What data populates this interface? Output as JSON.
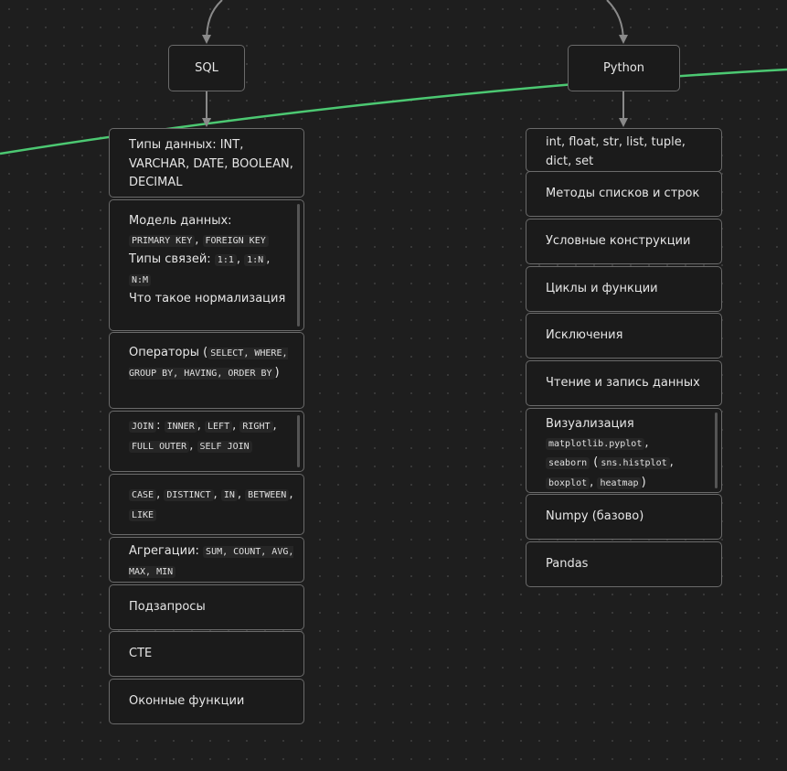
{
  "sql": {
    "title": "SQL",
    "cards": {
      "types": "Типы данных: INT, VARCHAR, DATE, BOOLEAN, DECIMAL",
      "model_label": "Модель данных:",
      "model_code_1": "PRIMARY KEY",
      "model_sep_1": ",",
      "model_code_2": "FOREIGN KEY",
      "rel_label": "Типы связей:",
      "rel_code_1": "1:1",
      "rel_sep_1": ",",
      "rel_code_2": "1:N",
      "rel_sep_2": ",",
      "rel_code_3": "N:M",
      "norm": "Что такое нормализация",
      "ops_label": "Операторы (",
      "ops_code": "SELECT, WHERE, GROUP BY, HAVING, ORDER BY",
      "ops_close": ")",
      "join_code_1": "JOIN",
      "join_sep_1": ":",
      "join_code_2": "INNER",
      "join_sep_2": ",",
      "join_code_3": "LEFT",
      "join_sep_3": ",",
      "join_code_4": "RIGHT",
      "join_sep_4": ",",
      "join_code_5": "FULL OUTER",
      "join_sep_5": ",",
      "join_code_6": "SELF JOIN",
      "case_code_1": "CASE",
      "case_sep_1": ",",
      "case_code_2": "DISTINCT",
      "case_sep_2": ",",
      "case_code_3": "IN",
      "case_sep_3": ",",
      "case_code_4": "BETWEEN",
      "case_sep_4": ",",
      "case_code_5": "LIKE",
      "agg_label": "Агрегации:",
      "agg_code": "SUM, COUNT, AVG, MAX, MIN",
      "subq": "Подзапросы",
      "cte": "CTE",
      "window": "Оконные функции"
    }
  },
  "python": {
    "title": "Python",
    "cards": {
      "types": "int, float, str, list, tuple, dict, set",
      "methods": "Методы списков и строк",
      "cond": "Условные конструкции",
      "loops": "Циклы и функции",
      "exc": "Исключения",
      "io": "Чтение и запись данных",
      "viz_label": "Визуализация",
      "viz_code_1": "matplotlib.pyplot",
      "viz_sep_1": ",",
      "viz_code_2": "seaborn",
      "viz_paren": "(",
      "viz_code_3": "sns.histplot",
      "viz_sep_2": ",",
      "viz_code_4": "boxplot",
      "viz_sep_3": ",",
      "viz_code_5": "heatmap",
      "viz_close": ")",
      "numpy": "Numpy (базово)",
      "pandas": "Pandas"
    }
  },
  "colors": {
    "progress_line": "#4cc872",
    "edge": "#8a8a8a",
    "card_border": "#6a6a6a"
  }
}
